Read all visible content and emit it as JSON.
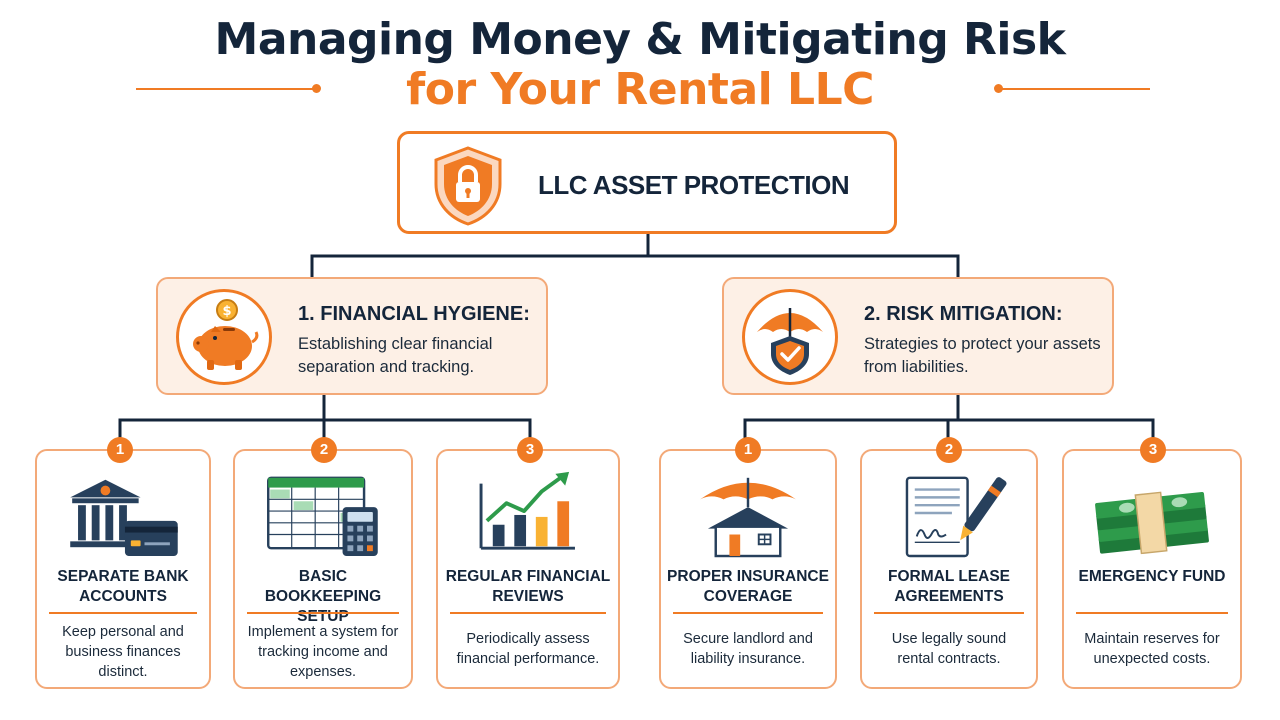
{
  "title": {
    "line1": "Managing Money & Mitigating Risk",
    "line2": "for Your Rental LLC"
  },
  "root": {
    "label": "LLC ASSET PROTECTION",
    "icon": "shield-lock-icon"
  },
  "categories": [
    {
      "title": "1. FINANCIAL HYGIENE:",
      "description": "Establishing clear financial separation and tracking.",
      "icon": "piggy-bank-icon"
    },
    {
      "title": "2. RISK MITIGATION:",
      "description": "Strategies to protect your assets from liabilities.",
      "icon": "umbrella-shield-icon"
    }
  ],
  "cards": [
    {
      "number": "1",
      "title": "SEPARATE BANK ACCOUNTS",
      "description": "Keep personal and business finances distinct.",
      "icon": "bank-card-icon"
    },
    {
      "number": "2",
      "title": "BASIC BOOKKEEPING SETUP",
      "description": "Implement a system for tracking income and expenses.",
      "icon": "spreadsheet-calculator-icon"
    },
    {
      "number": "3",
      "title": "REGULAR FINANCIAL REVIEWS",
      "description": "Periodically assess financial performance.",
      "icon": "growth-chart-icon"
    },
    {
      "number": "1",
      "title": "PROPER INSURANCE COVERAGE",
      "description": "Secure landlord and liability insurance.",
      "icon": "umbrella-house-icon"
    },
    {
      "number": "2",
      "title": "FORMAL LEASE AGREEMENTS",
      "description": "Use legally sound rental contracts.",
      "icon": "contract-pen-icon"
    },
    {
      "number": "3",
      "title": "EMERGENCY FUND",
      "description": "Maintain reserves for unexpected costs.",
      "icon": "cash-stack-icon"
    }
  ],
  "colors": {
    "accent": "#f07b24",
    "navy": "#14253a",
    "category_bg": "#fdf0e6"
  }
}
